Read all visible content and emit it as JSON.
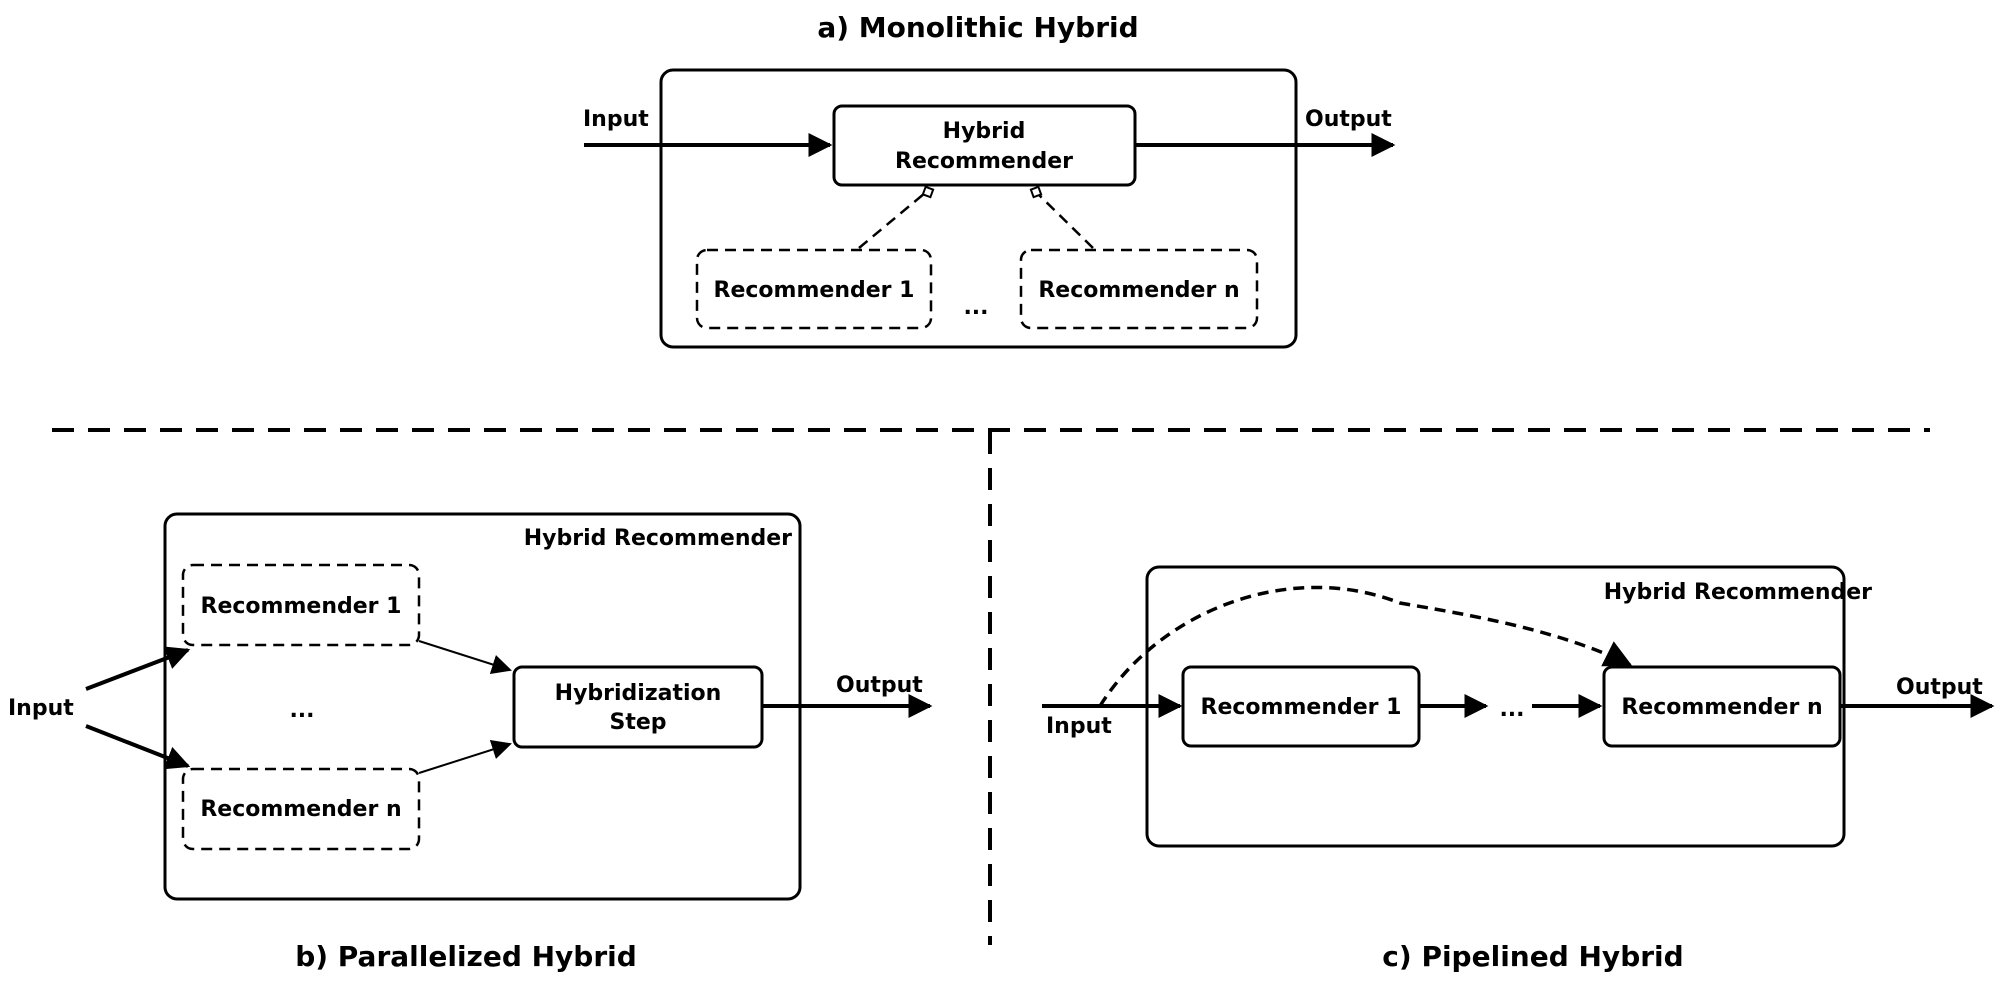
{
  "monolithic": {
    "title": "a) Monolithic Hybrid",
    "input_label": "Input",
    "output_label": "Output",
    "hybrid_line1": "Hybrid",
    "hybrid_line2": "Recommender",
    "rec_first": "Recommender 1",
    "rec_last": "Recommender n",
    "ellipsis": "..."
  },
  "parallelized": {
    "title": "b) Parallelized Hybrid",
    "container_label": "Hybrid Recommender",
    "input_label": "Input",
    "output_label": "Output",
    "rec_first": "Recommender 1",
    "rec_last": "Recommender n",
    "ellipsis": "...",
    "step_line1": "Hybridization",
    "step_line2": "Step"
  },
  "pipelined": {
    "title": "c) Pipelined Hybrid",
    "container_label": "Hybrid Recommender",
    "input_label": "Input",
    "output_label": "Output",
    "rec_first": "Recommender 1",
    "rec_last": "Recommender n",
    "ellipsis": "..."
  }
}
